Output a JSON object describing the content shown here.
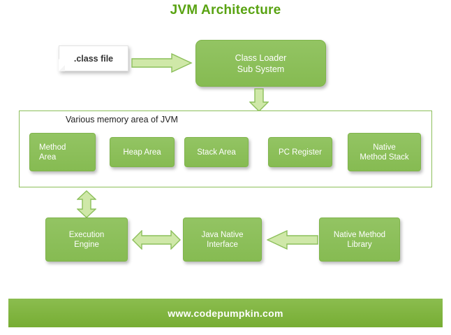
{
  "title": "JVM Architecture",
  "nodes": {
    "class_file": ".class file",
    "class_loader": [
      "Class Loader",
      "Sub System"
    ],
    "memory_area_label": "Various memory area of JVM",
    "memory_boxes": [
      [
        "Method",
        "Area"
      ],
      [
        "Heap Area"
      ],
      [
        "Stack Area"
      ],
      [
        "PC Register"
      ],
      [
        "Native",
        "Method Stack"
      ]
    ],
    "execution_engine": [
      "Execution",
      "Engine"
    ],
    "java_native_interface": [
      "Java Native",
      "Interface"
    ],
    "native_method_library": [
      "Native Method",
      "Library"
    ]
  },
  "footer": {
    "text": "www.codepumpkin.com"
  },
  "colors": {
    "title": "#59a312",
    "box_fill": "#8cbf5a",
    "box_border": "#7fb44b",
    "arrow_fill": "#cfe8a8",
    "arrow_stroke": "#8cbf5a",
    "footer_bg": "#7fb440"
  },
  "arrows": [
    {
      "name": "classfile-to-classloader",
      "direction": "right"
    },
    {
      "name": "classloader-to-memory",
      "direction": "down"
    },
    {
      "name": "memory-to-execution-engine",
      "direction": "up-down"
    },
    {
      "name": "execution-engine-to-jni",
      "direction": "left-right"
    },
    {
      "name": "native-library-to-jni",
      "direction": "left"
    }
  ]
}
